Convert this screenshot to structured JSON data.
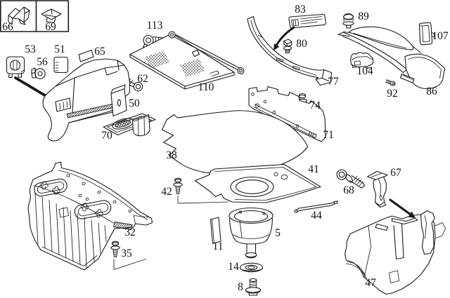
{
  "diagram": {
    "kind": "exploded-parts-line-drawing",
    "background_color": "#ffffff",
    "line_color": "#1a1a1a",
    "label_color": "#111111"
  },
  "labels": {
    "n66": "66",
    "n69": "69",
    "n53": "53",
    "n56": "56",
    "n51": "51",
    "n65": "65",
    "n62": "62",
    "n50": "50",
    "n70": "70",
    "n113": "113",
    "n110": "110",
    "n83": "83",
    "n80": "80",
    "n77": "77",
    "n89": "89",
    "n107": "107",
    "n104": "104",
    "n92": "92",
    "n86": "86",
    "n74": "74",
    "n71": "71",
    "n38": "38",
    "n41": "41",
    "n42": "42",
    "n44": "44",
    "n32": "32",
    "n35": "35",
    "n11": "11",
    "n5": "5",
    "n14": "14",
    "n8": "8",
    "n68": "68",
    "n67": "67",
    "n47": "47"
  }
}
